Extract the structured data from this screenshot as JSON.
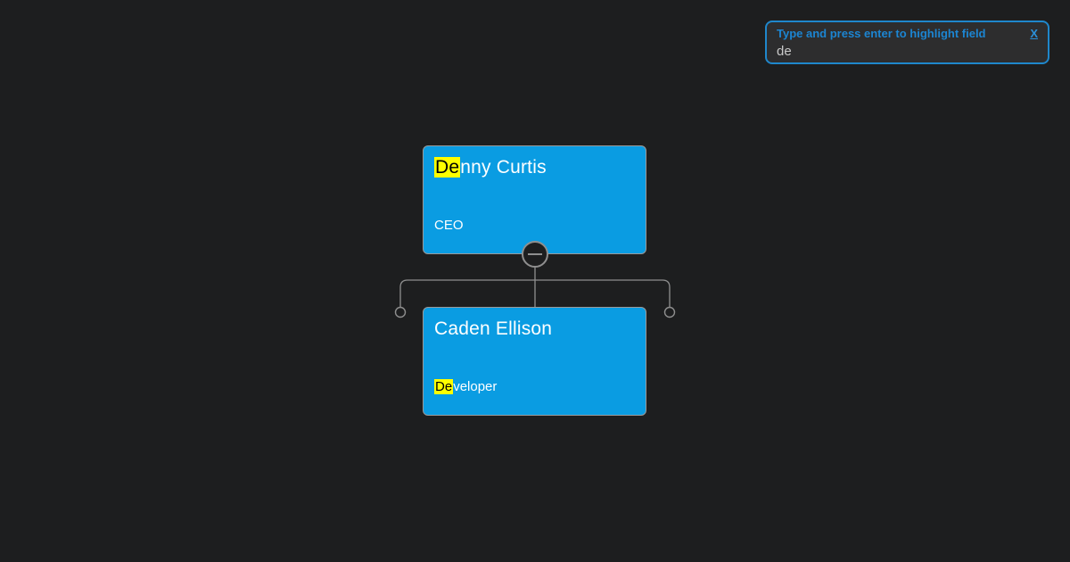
{
  "search": {
    "label": "Type and press enter to highlight field",
    "close_label": "X",
    "value": "de"
  },
  "org_chart": {
    "nodes": [
      {
        "name_highlight": "De",
        "name_rest": "nny Curtis",
        "title_highlight": "",
        "title_rest": "CEO"
      },
      {
        "name_highlight": "",
        "name_rest": "Caden Ellison",
        "title_highlight": "De",
        "title_rest": "veloper"
      }
    ],
    "toggle_state": "expanded"
  },
  "colors": {
    "background": "#1d1e1f",
    "node_fill": "#0a9ce2",
    "node_border": "#9a9a9a",
    "highlight": "#ffff00",
    "connector": "#8f8f8f",
    "search_border": "#1f87cb",
    "search_label_blue": "#1c85d2"
  }
}
